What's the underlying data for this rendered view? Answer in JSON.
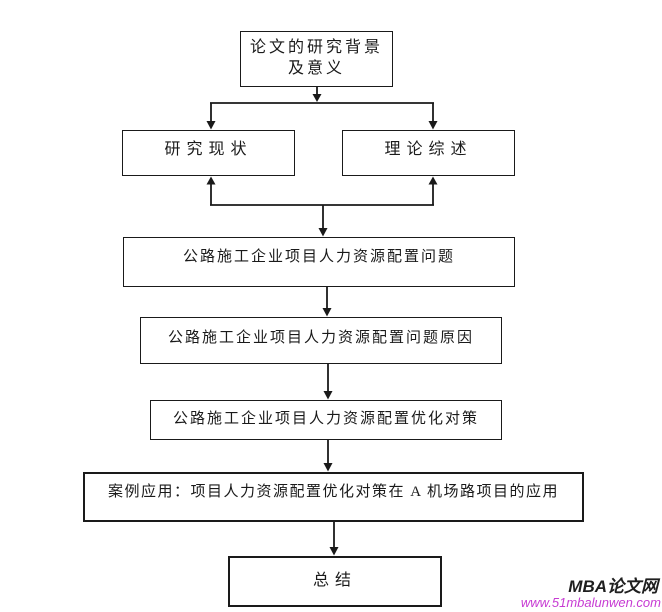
{
  "flowchart": {
    "title_implicit": "",
    "nodes": {
      "background": {
        "line1": "论文的研究背景",
        "line2": "及意义"
      },
      "research_status": {
        "label": "研究现状"
      },
      "theory_review": {
        "label": "理论综述"
      },
      "problem": {
        "label": "公路施工企业项目人力资源配置问题"
      },
      "cause": {
        "label": "公路施工企业项目人力资源配置问题原因"
      },
      "strategy": {
        "label": "公路施工企业项目人力资源配置优化对策"
      },
      "case": {
        "label": "案例应用：项目人力资源配置优化对策在 A 机场路项目的应用"
      },
      "summary": {
        "label": "总结"
      }
    },
    "edges": [
      "background -> research_status",
      "background -> theory_review",
      "research_status <- joint",
      "theory_review <- joint",
      "joint -> problem",
      "problem -> cause",
      "cause -> strategy",
      "strategy -> case",
      "case -> summary"
    ]
  },
  "watermark": {
    "site_name": "MBA论文网",
    "site_url": "www.51mbalunwen.com",
    "site_name_color": "#1f1f1f",
    "site_url_color": "#c73bd3"
  },
  "colors": {
    "line": "#1a1a1a",
    "background": "#ffffff"
  }
}
